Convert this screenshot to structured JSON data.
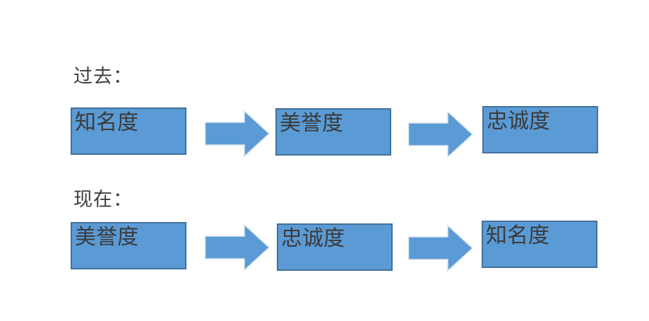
{
  "diagram": {
    "background": "#ffffff",
    "colors": {
      "box_fill": "#5b9bd5",
      "box_border": "#41719c",
      "arrow_fill": "#5b9bd5",
      "arrow_border": "#d9e5f2",
      "label_text": "#3f3f3f",
      "box_text": "#3b3b3b"
    },
    "sections": [
      {
        "label": "过去：",
        "boxes": [
          "知名度",
          "美誉度",
          "忠诚度"
        ]
      },
      {
        "label": "现在：",
        "boxes": [
          "美誉度",
          "忠诚度",
          "知名度"
        ]
      }
    ]
  }
}
